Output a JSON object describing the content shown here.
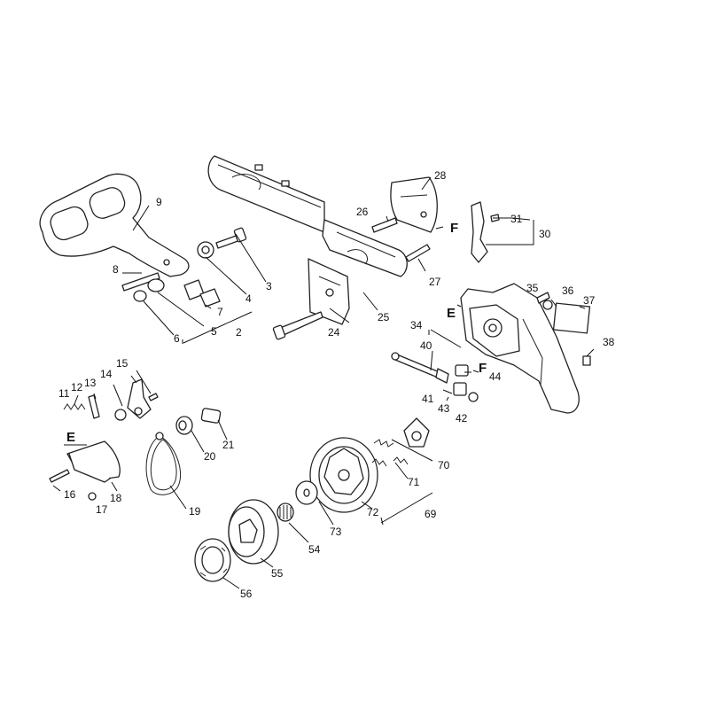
{
  "labels": [
    {
      "id": "p2",
      "text": "2"
    },
    {
      "id": "p3",
      "text": "3"
    },
    {
      "id": "p4",
      "text": "4"
    },
    {
      "id": "p5",
      "text": "5"
    },
    {
      "id": "p6",
      "text": "6"
    },
    {
      "id": "p7",
      "text": "7"
    },
    {
      "id": "p8",
      "text": "8"
    },
    {
      "id": "p9",
      "text": "9"
    },
    {
      "id": "p11",
      "text": "11"
    },
    {
      "id": "p12",
      "text": "12"
    },
    {
      "id": "p13",
      "text": "13"
    },
    {
      "id": "p14",
      "text": "14"
    },
    {
      "id": "p15",
      "text": "15"
    },
    {
      "id": "p16",
      "text": "16"
    },
    {
      "id": "p17",
      "text": "17"
    },
    {
      "id": "p18",
      "text": "18"
    },
    {
      "id": "p19",
      "text": "19"
    },
    {
      "id": "p20",
      "text": "20"
    },
    {
      "id": "p21",
      "text": "21"
    },
    {
      "id": "p24",
      "text": "24"
    },
    {
      "id": "p25",
      "text": "25"
    },
    {
      "id": "p26",
      "text": "26"
    },
    {
      "id": "p27",
      "text": "27"
    },
    {
      "id": "p28",
      "text": "28"
    },
    {
      "id": "p30",
      "text": "30"
    },
    {
      "id": "p31",
      "text": "31"
    },
    {
      "id": "p34",
      "text": "34"
    },
    {
      "id": "p35",
      "text": "35"
    },
    {
      "id": "p36",
      "text": "36"
    },
    {
      "id": "p37",
      "text": "37"
    },
    {
      "id": "p38",
      "text": "38"
    },
    {
      "id": "p40",
      "text": "40"
    },
    {
      "id": "p41",
      "text": "41"
    },
    {
      "id": "p42",
      "text": "42"
    },
    {
      "id": "p43",
      "text": "43"
    },
    {
      "id": "p44",
      "text": "44"
    },
    {
      "id": "p54",
      "text": "54"
    },
    {
      "id": "p55",
      "text": "55"
    },
    {
      "id": "p56",
      "text": "56"
    },
    {
      "id": "p69",
      "text": "69"
    },
    {
      "id": "p70",
      "text": "70"
    },
    {
      "id": "p71",
      "text": "71"
    },
    {
      "id": "p72",
      "text": "72"
    },
    {
      "id": "p73",
      "text": "73"
    }
  ],
  "markers": [
    {
      "id": "e1",
      "text": "E"
    },
    {
      "id": "e2",
      "text": "E"
    },
    {
      "id": "f1",
      "text": "F"
    },
    {
      "id": "f2",
      "text": "F"
    }
  ]
}
